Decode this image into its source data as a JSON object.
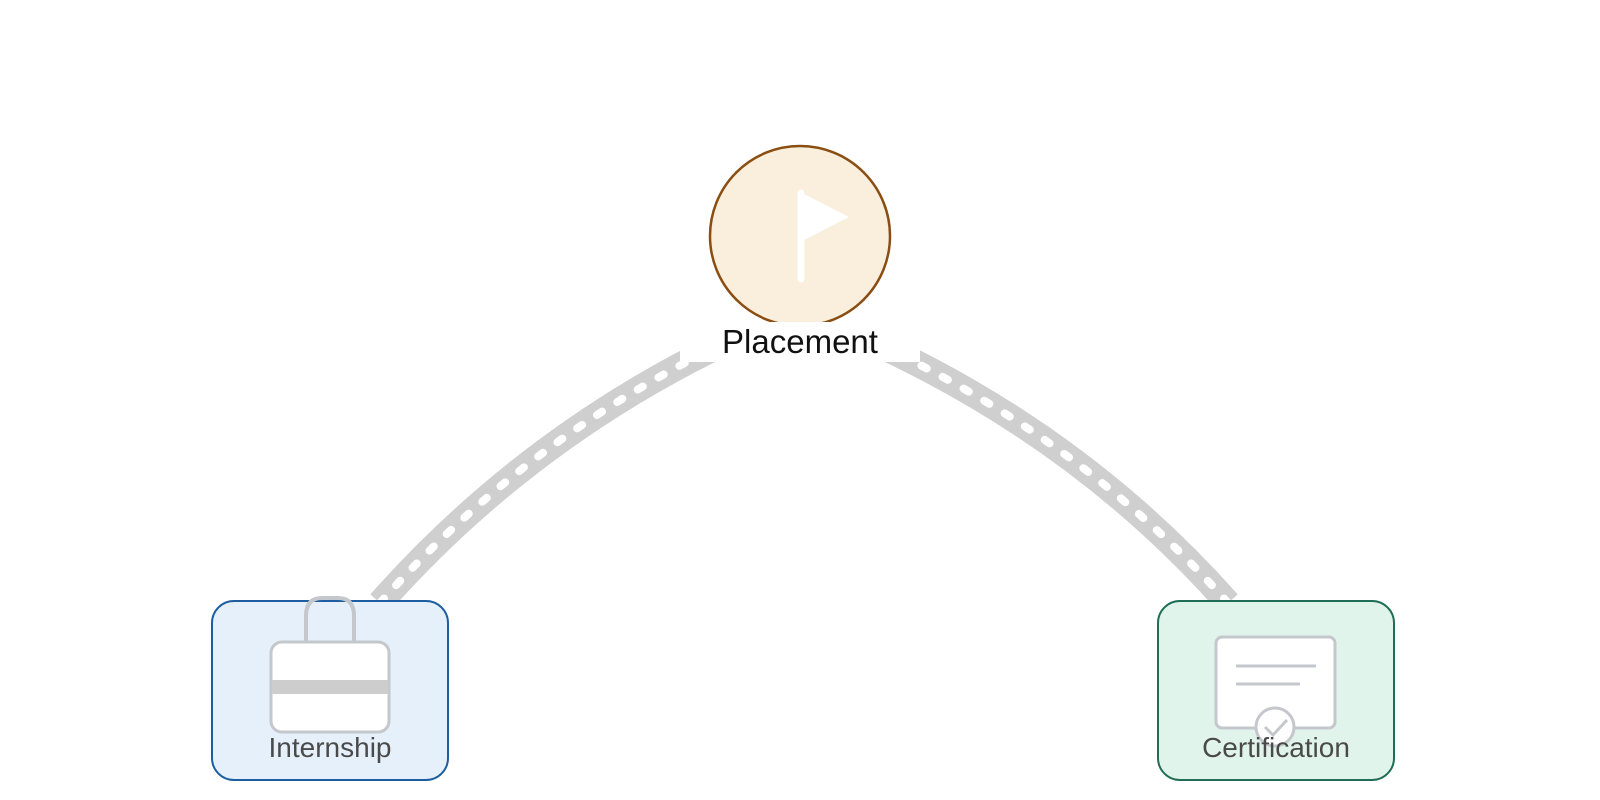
{
  "nodes": {
    "placement": {
      "label": "Placement",
      "icon": "flag-icon",
      "fill": "#FAEEDD",
      "stroke": "#8A4E12"
    },
    "internship": {
      "label": "Internship",
      "icon": "briefcase-icon",
      "fill": "#E5F0FB",
      "stroke": "#1D5EA0"
    },
    "certification": {
      "label": "Certification",
      "icon": "certificate-icon",
      "fill": "#E1F4EC",
      "stroke": "#1F6E55"
    }
  },
  "edges": [
    {
      "from": "internship",
      "to": "placement",
      "style": "dashed-track",
      "color": "#CFCFCF"
    },
    {
      "from": "certification",
      "to": "placement",
      "style": "dashed-track",
      "color": "#CFCFCF"
    }
  ]
}
